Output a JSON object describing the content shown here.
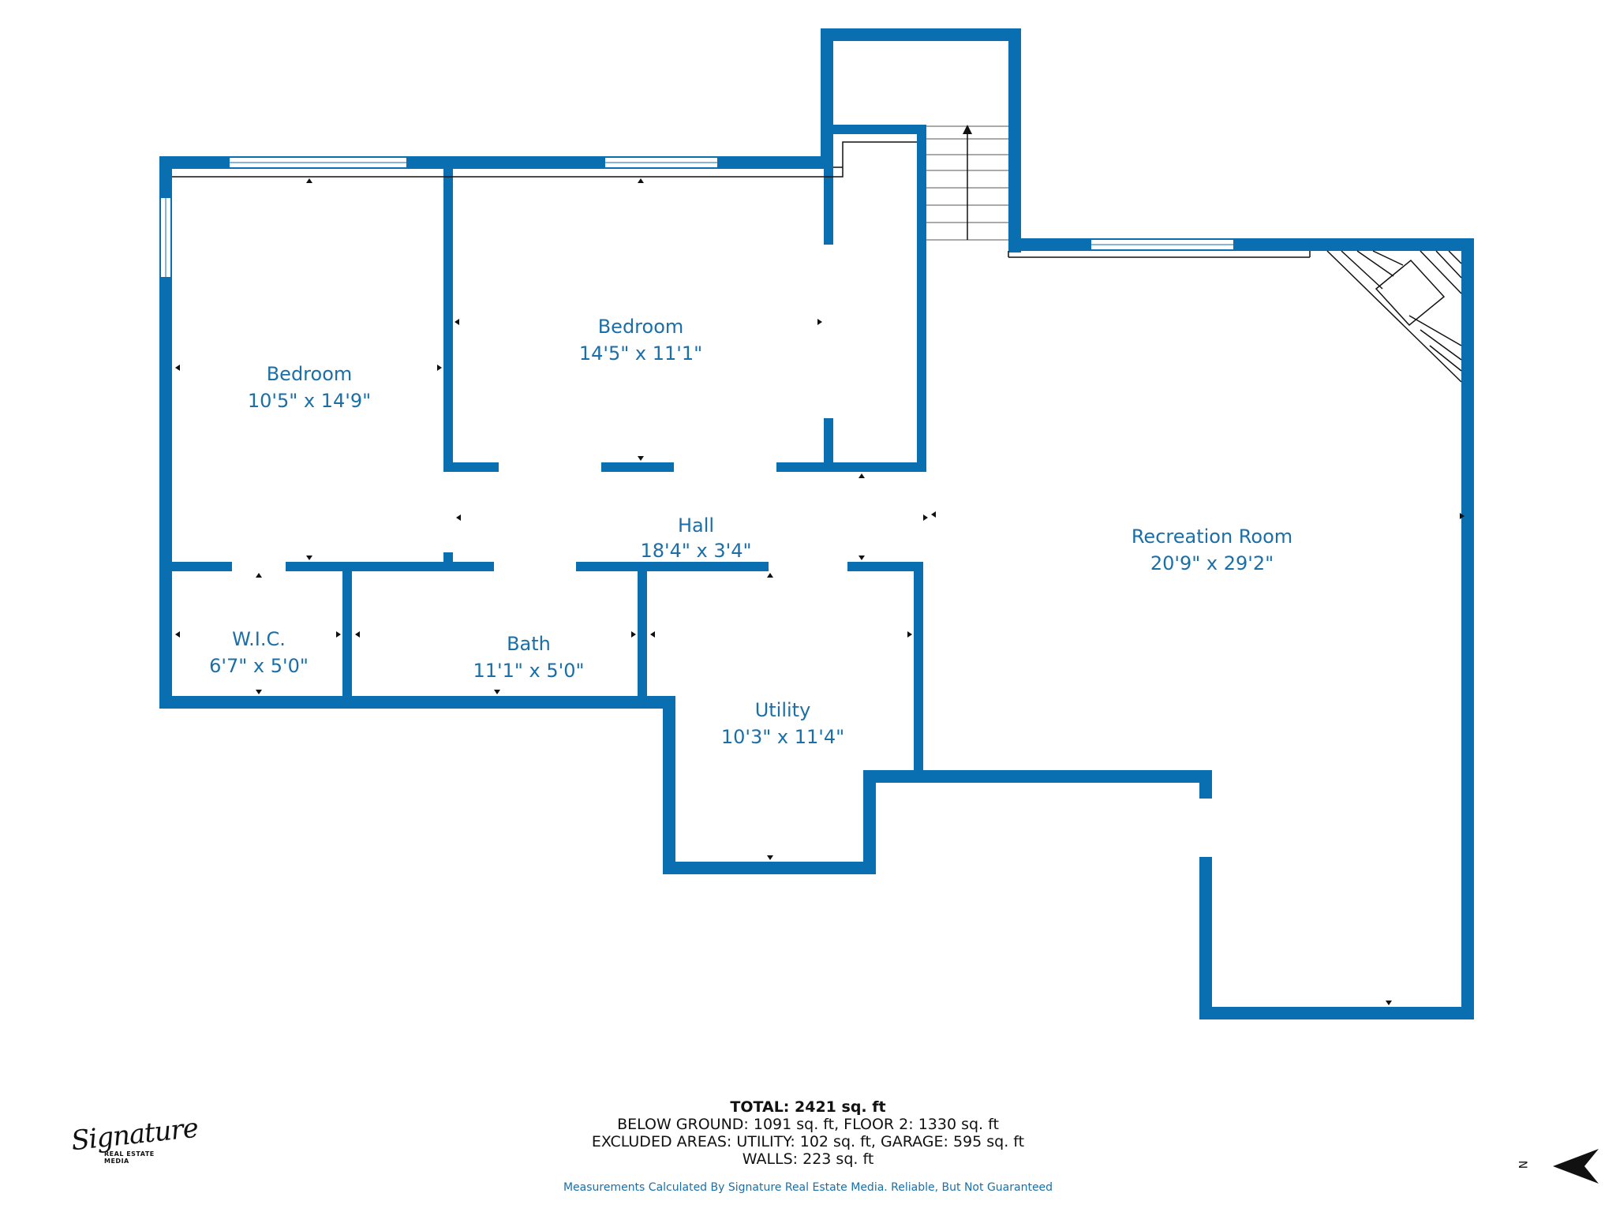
{
  "colors": {
    "wall": "#0a6fb0",
    "label": "#1a6fa8",
    "window_fill": "#e8f2f9"
  },
  "rooms": [
    {
      "name": "Bedroom",
      "dims": "10'5\" x 14'9\""
    },
    {
      "name": "Bedroom",
      "dims": "14'5\" x 11'1\""
    },
    {
      "name": "Hall",
      "dims": "18'4\" x 3'4\""
    },
    {
      "name": "Recreation Room",
      "dims": "20'9\" x 29'2\""
    },
    {
      "name": "W.I.C.",
      "dims": "6'7\" x 5'0\""
    },
    {
      "name": "Bath",
      "dims": "11'1\" x 5'0\""
    },
    {
      "name": "Utility",
      "dims": "10'3\" x 11'4\""
    }
  ],
  "summary": {
    "total": "TOTAL: 2421 sq. ft",
    "line1": "BELOW GROUND: 1091 sq. ft, FLOOR 2: 1330 sq. ft",
    "line2": "EXCLUDED AREAS: UTILITY: 102 sq. ft, GARAGE: 595 sq. ft",
    "line3": "WALLS: 223 sq. ft"
  },
  "disclaimer": "Measurements Calculated By Signature Real Estate Media. Reliable, But Not Guaranteed",
  "logo": {
    "script": "Signature",
    "sub": "REAL ESTATE MEDIA"
  },
  "compass": {
    "label": "N",
    "icon": "north-arrow-icon"
  }
}
